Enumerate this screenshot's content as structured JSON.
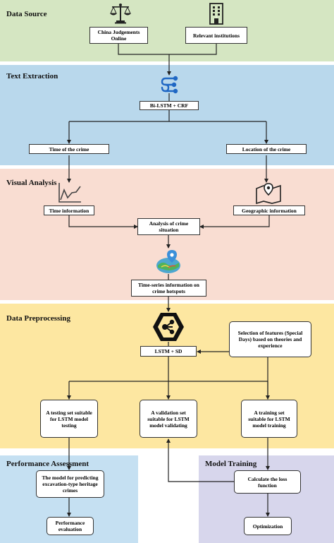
{
  "colors": {
    "data_source": "#d5e6c2",
    "text_extraction": "#b9d8ec",
    "visual_analysis": "#f9ddd2",
    "data_preprocessing": "#fde7a1",
    "performance_assessment": "#c5e0f2",
    "model_training": "#d7d6ec",
    "line": "#222222"
  },
  "sections": {
    "data_source": "Data Source",
    "text_extraction": "Text Extraction",
    "visual_analysis": "Visual Analysis",
    "data_preprocessing": "Data Preprocessing",
    "performance_assessment": "Performance Assessment",
    "model_training": "Model Training"
  },
  "boxes": {
    "china_judgements": "China Judgements Online",
    "relevant_institutions": "Relevant institutions",
    "bilstm_crf": "Bi-LSTM + CRF",
    "time_of_crime": "Time of the crime",
    "location_of_crime": "Location of the crime",
    "time_information": "Time information",
    "geographic_information": "Geographic information",
    "analysis_of_crime": "Analysis of crime situation",
    "time_series_info": "Time-series information on crime hotspots",
    "lstm_sd": "LSTM + SD",
    "selection_features": "Selection of features (Special Days) based on theories and experience",
    "testing_set": "A testing set suitable for LSTM model testing",
    "validation_set": "A validation set suitable for LSTM model validating",
    "training_set": "A training set suitable for LSTM model training",
    "prediction_model": "The model for predicting excavation-type heritage crimes",
    "performance_evaluation": "Performance evaluation",
    "calculate_loss": "Calculate the loss function",
    "optimization": "Optimization"
  },
  "icons": {
    "scales": "scales-of-justice-icon",
    "building": "building-icon",
    "text_extraction": "text-extraction-icon",
    "line_chart": "line-chart-icon",
    "map": "map-pin-icon",
    "hotspot": "globe-location-icon",
    "network": "network-hexagon-icon"
  }
}
